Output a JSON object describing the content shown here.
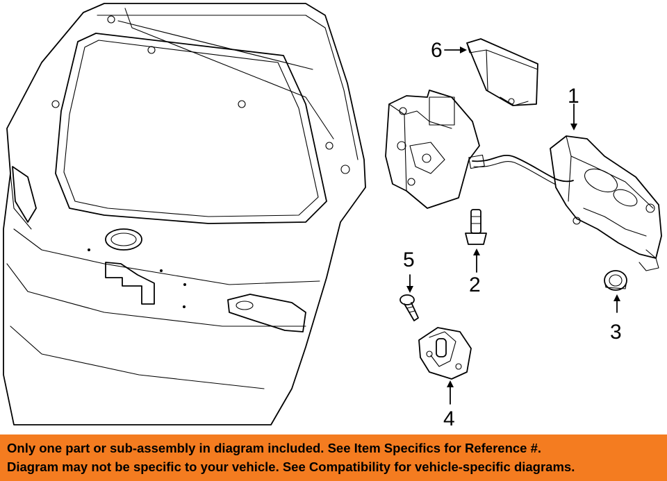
{
  "callouts": {
    "c1": "1",
    "c2": "2",
    "c3": "3",
    "c4": "4",
    "c5": "5",
    "c6": "6"
  },
  "banner": {
    "line1": "Only one part or sub-assembly in diagram included. See Item Specifics for Reference #.",
    "line2": "Diagram may not be specific to your vehicle. See Compatibility for vehicle-specific diagrams.",
    "background": "#f47c20",
    "text_color": "#000000"
  },
  "colors": {
    "line": "#000000",
    "background": "#ffffff"
  }
}
